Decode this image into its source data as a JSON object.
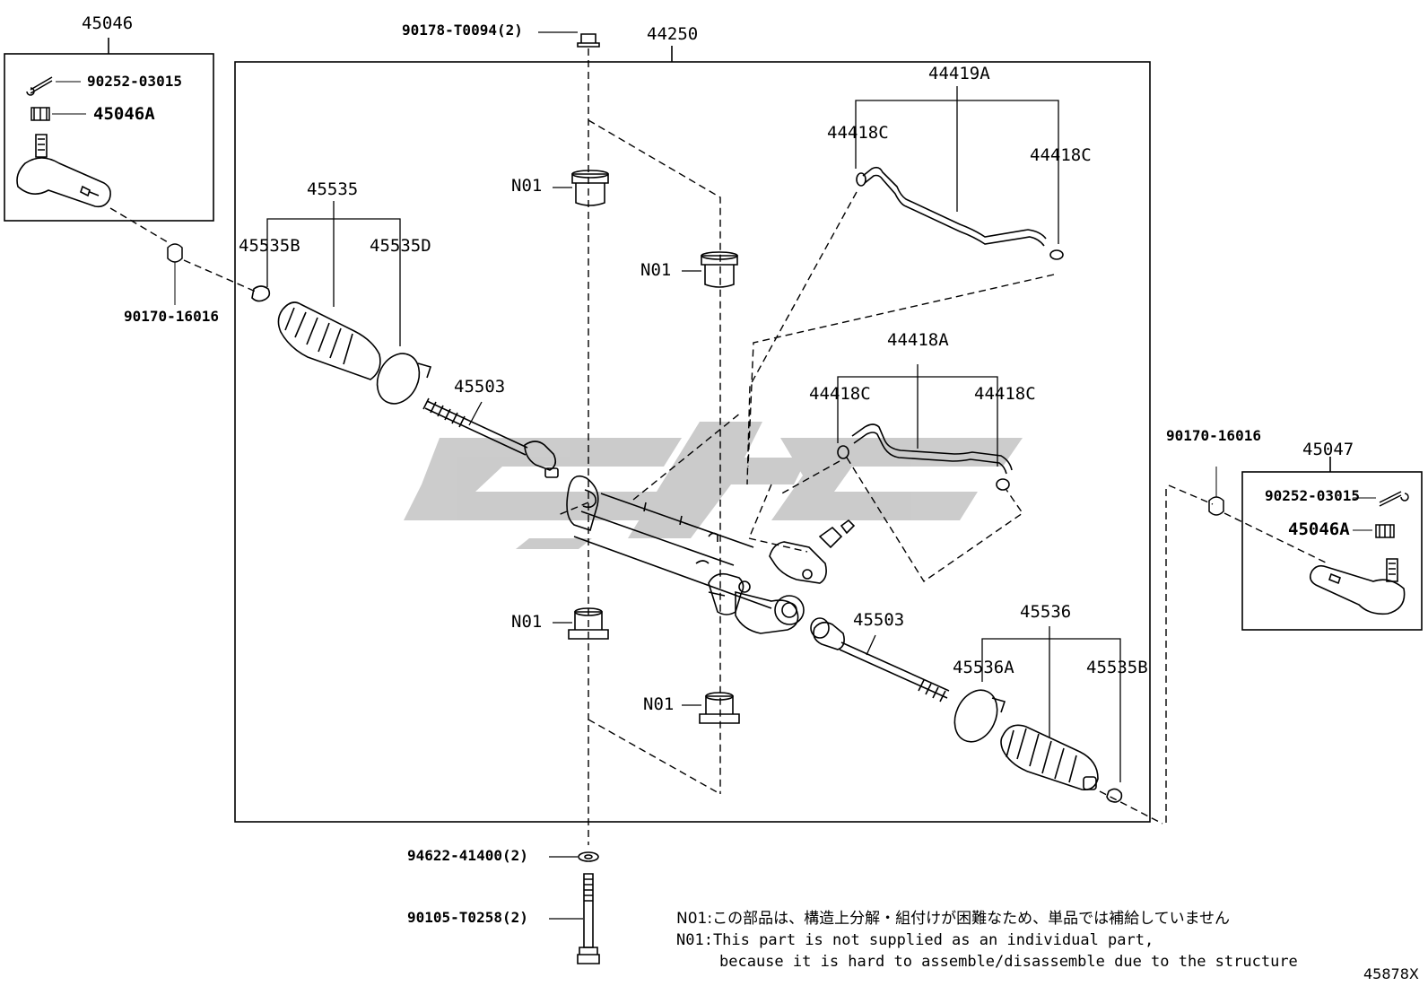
{
  "colors": {
    "line": "#000000",
    "watermark": "#c9c9c9"
  },
  "labels": {
    "p45046": "45046",
    "p90252_left": "90252-03015",
    "p45046A_left": "45046A",
    "p90170_left": "90170-16016",
    "p90178": "90178-T0094(2)",
    "p44250": "44250",
    "p45535": "45535",
    "p45535B_left": "45535B",
    "p45535D": "45535D",
    "p45503_left": "45503",
    "n01_1": "N01",
    "n01_2": "N01",
    "n01_3": "N01",
    "n01_4": "N01",
    "p44419A": "44419A",
    "p44418C_1": "44418C",
    "p44418C_2": "44418C",
    "p44418A": "44418A",
    "p44418C_3": "44418C",
    "p44418C_4": "44418C",
    "p90170_right": "90170-16016",
    "p45047": "45047",
    "p90252_right": "90252-03015",
    "p45046A_right": "45046A",
    "p45503_right": "45503",
    "p45536": "45536",
    "p45536A": "45536A",
    "p45535B_right": "45535B",
    "p94622": "94622-41400(2)",
    "p90105": "90105-T0258(2)"
  },
  "notes": {
    "jp": "N01:この部品は、構造上分解・組付けが困難なため、単品では補給していません",
    "en1": "N01:This part is not supplied as an individual part,",
    "en2": "because it is hard to assemble/disassemble due to the structure"
  },
  "diagram_code": "45878X"
}
